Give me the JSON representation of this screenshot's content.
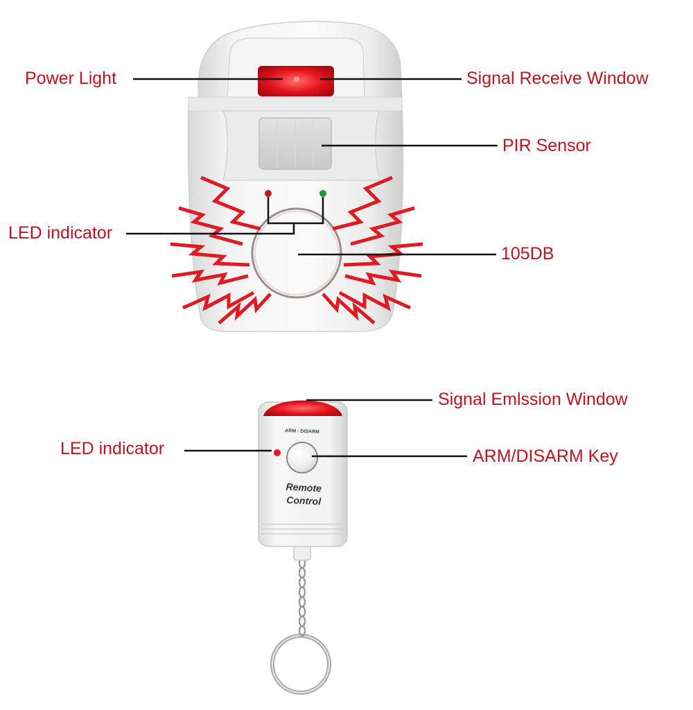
{
  "colors": {
    "label_text": "#c0121f",
    "leader_line": "#111111",
    "alarm_red": "#e01a22",
    "led_red": "#c41a1a",
    "led_green": "#1f9a2a",
    "device_white": "#f1f1f1"
  },
  "labels": {
    "power_light": "Power Light",
    "signal_receive_window": "Signal Receive Window",
    "pir_sensor": "PIR Sensor",
    "led_indicator_alarm": "LED indicator",
    "decibel": "105DB",
    "signal_emission_window": "Signal Emlssion Window",
    "led_indicator_remote": "LED indicator",
    "arm_disarm_key": "ARM/DISARM Key"
  },
  "remote": {
    "mode_text": "ARM · DISARM",
    "name_line1": "Remote",
    "name_line2": "Control"
  }
}
